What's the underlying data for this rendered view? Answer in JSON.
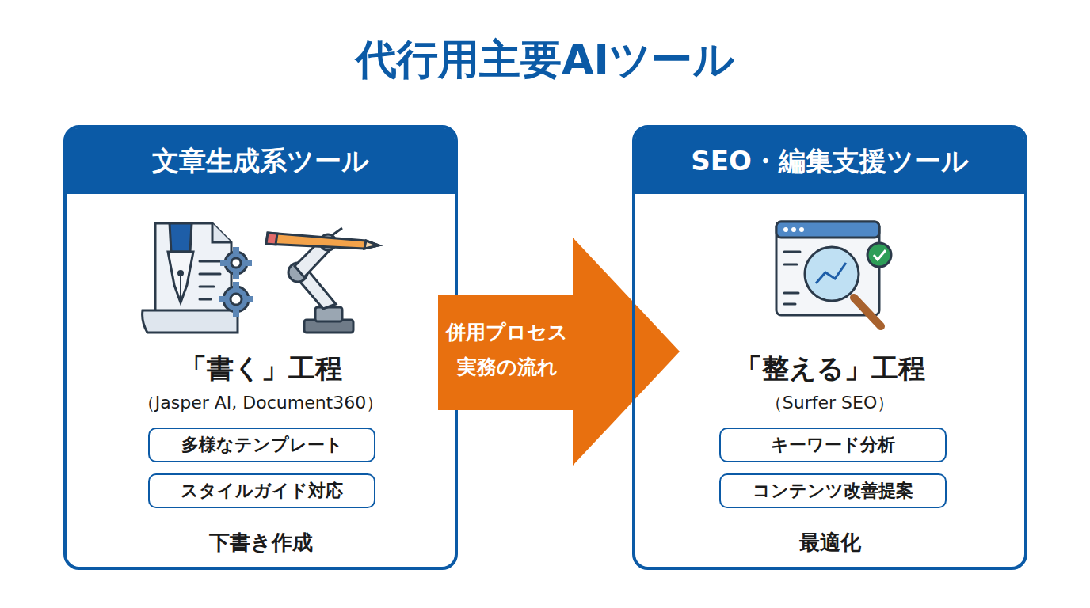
{
  "diagram": {
    "title": "代行用主要AIツール",
    "nodes": [
      {
        "text": [
          "文章生成系ツール",
          "「書く」工程",
          "（Jasper AI, Document360）",
          "下書き作成"
        ]
      },
      {
        "text": [
          "多様なテンプレート"
        ],
        "in": 0
      },
      {
        "text": [
          "スタイルガイド対応"
        ],
        "in": 0
      },
      {
        "text": [
          "併用プロセス",
          "実務の流れ"
        ]
      },
      {
        "text": [
          "SEO・編集支援ツール",
          "「整える」工程",
          "（Surfer SEO）",
          "最適化"
        ]
      },
      {
        "text": [
          "キーワード分析"
        ],
        "in": 4
      },
      {
        "text": [
          "コンテンツ改善提案"
        ],
        "in": 4
      }
    ]
  }
}
